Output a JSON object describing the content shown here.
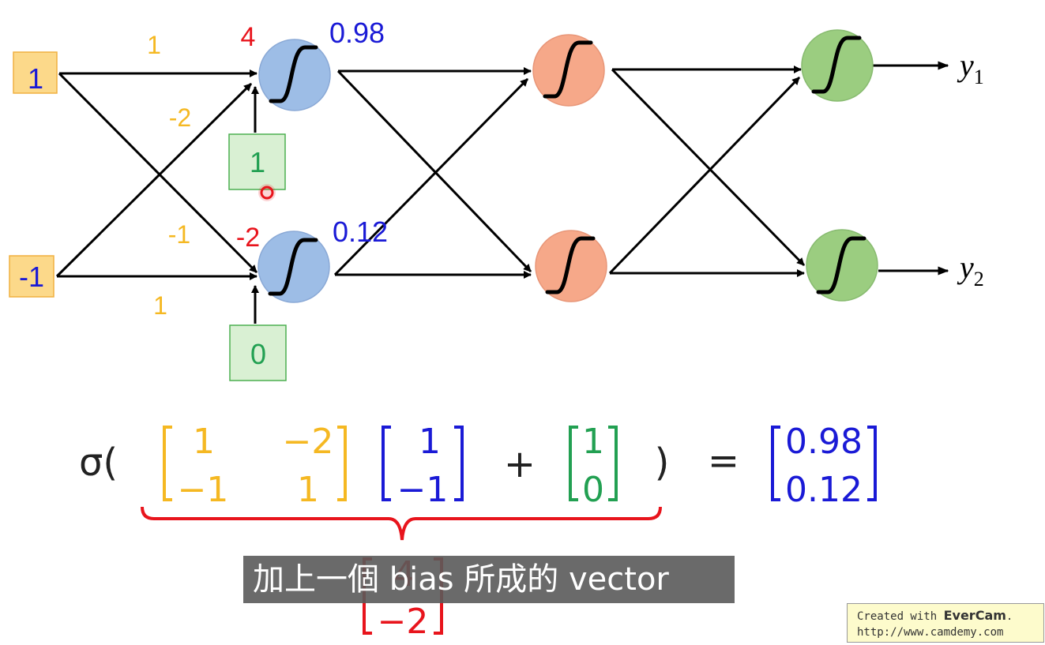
{
  "inputs": [
    "1",
    "-1"
  ],
  "weights": {
    "w11": "1",
    "w12": "-2",
    "w21": "-1",
    "w22": "1"
  },
  "biases": [
    "1",
    "0"
  ],
  "pre_activations": [
    "4",
    "-2"
  ],
  "activations": [
    "0.98",
    "0.12"
  ],
  "outputs": [
    {
      "var": "y",
      "sub": "1"
    },
    {
      "var": "y",
      "sub": "2"
    }
  ],
  "formula": {
    "sigma": "σ(",
    "weight_matrix": [
      [
        "1",
        "−2"
      ],
      [
        "−1",
        "1"
      ]
    ],
    "input_vector": [
      "1",
      "−1"
    ],
    "plus": "+",
    "bias_vector": [
      "1",
      "0"
    ],
    "close": ")",
    "equals": "=",
    "result_vector": [
      "0.98",
      "0.12"
    ],
    "brace_result": [
      "4",
      "−2"
    ]
  },
  "subtitle": "加上一個 bias 所成的 vector",
  "watermark": {
    "created": "Created with",
    "brand": "EverCam",
    "dot": ".",
    "url": "http://www.camdemy.com"
  },
  "colors": {
    "input_box": "#fcd98a",
    "input_text": "#1a1ad6",
    "weight": "#f5b822",
    "bias_box": "#d9f0d3",
    "bias_text": "#22a052",
    "pre_activation": "#e8141c",
    "activation": "#1a1ad6",
    "blue_neuron": "#9dbde6",
    "orange_neuron": "#f6a889",
    "green_neuron": "#9bcd80",
    "brace": "#e8141c"
  }
}
